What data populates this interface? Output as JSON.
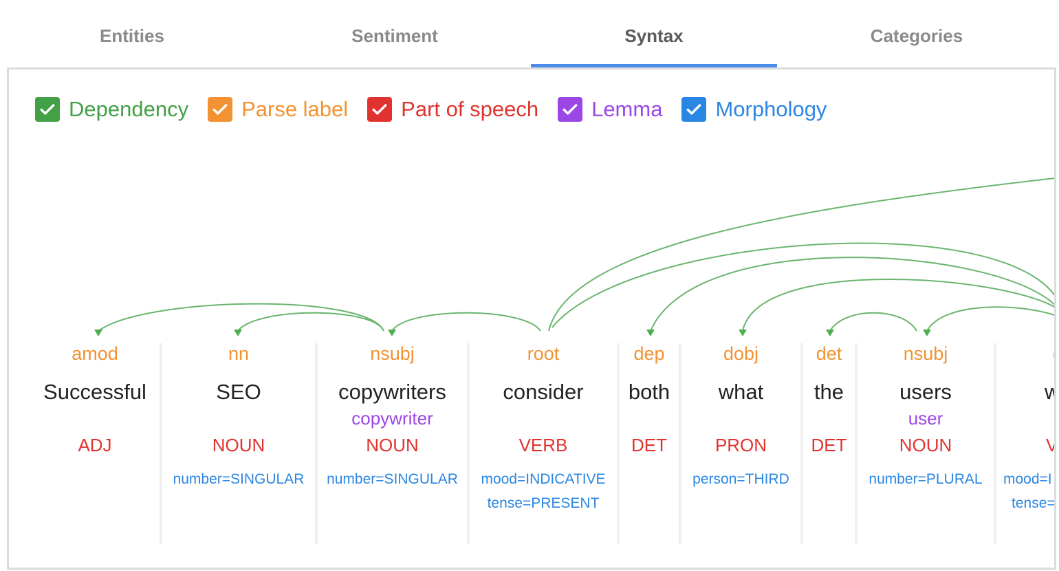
{
  "tabs": [
    {
      "label": "Entities",
      "active": false
    },
    {
      "label": "Sentiment",
      "active": false
    },
    {
      "label": "Syntax",
      "active": true
    },
    {
      "label": "Categories",
      "active": false
    }
  ],
  "options": [
    {
      "label": "Dependency",
      "color": "#43a047",
      "checked": true
    },
    {
      "label": "Parse label",
      "color": "#f29232",
      "checked": true
    },
    {
      "label": "Part of speech",
      "color": "#e0332f",
      "checked": true
    },
    {
      "label": "Lemma",
      "color": "#9b47e5",
      "checked": true
    },
    {
      "label": "Morphology",
      "color": "#2a86e3",
      "checked": true
    }
  ],
  "tokens": [
    {
      "parse": "amod",
      "word": "Successful",
      "lemma": "",
      "pos": "ADJ",
      "morph": [
        "",
        ""
      ]
    },
    {
      "parse": "nn",
      "word": "SEO",
      "lemma": "",
      "pos": "NOUN",
      "morph": [
        "number=SINGULAR",
        ""
      ]
    },
    {
      "parse": "nsubj",
      "word": "copywriters",
      "lemma": "copywriter",
      "pos": "NOUN",
      "morph": [
        "number=SINGULAR",
        ""
      ]
    },
    {
      "parse": "root",
      "word": "consider",
      "lemma": "",
      "pos": "VERB",
      "morph": [
        "mood=INDICATIVE",
        "tense=PRESENT"
      ]
    },
    {
      "parse": "dep",
      "word": "both",
      "lemma": "",
      "pos": "DET",
      "morph": [
        "",
        ""
      ]
    },
    {
      "parse": "dobj",
      "word": "what",
      "lemma": "",
      "pos": "PRON",
      "morph": [
        "person=THIRD",
        ""
      ]
    },
    {
      "parse": "det",
      "word": "the",
      "lemma": "",
      "pos": "DET",
      "morph": [
        "",
        ""
      ]
    },
    {
      "parse": "nsubj",
      "word": "users",
      "lemma": "user",
      "pos": "NOUN",
      "morph": [
        "number=PLURAL",
        ""
      ]
    },
    {
      "parse": "c",
      "word": "w",
      "lemma": "",
      "pos": "V",
      "morph": [
        "mood=I",
        "tense="
      ]
    }
  ],
  "colors": {
    "tab_active": "#5a5a5a",
    "tab_inactive": "#8a8a8a",
    "tab_underline": "#4a8ce8",
    "arc": "#6ab56e"
  }
}
